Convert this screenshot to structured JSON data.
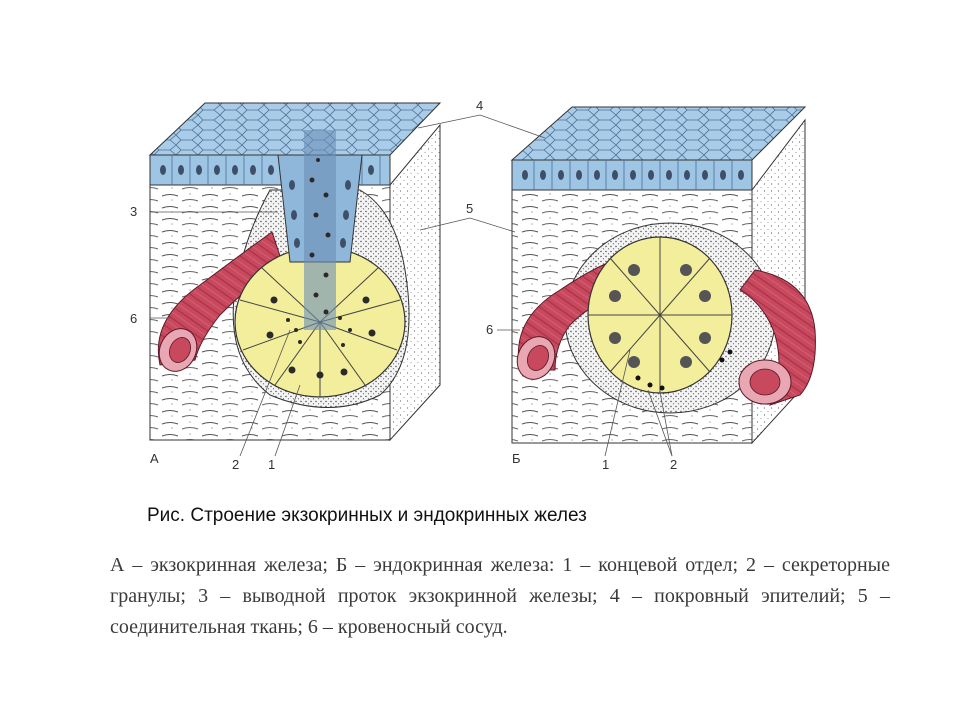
{
  "figure": {
    "panel_a": {
      "letter": "А",
      "labels": {
        "l1": "1",
        "l2": "2",
        "l3": "3",
        "l4": "4",
        "l5": "5",
        "l6": "6"
      }
    },
    "panel_b": {
      "letter": "Б",
      "labels": {
        "l1": "1",
        "l2": "2",
        "l6": "6"
      }
    },
    "colors": {
      "epithelium": "#9ec5e3",
      "epithelium_dark": "#5a7ea8",
      "acinus": "#f2ee9c",
      "vessel": "#c8485e",
      "vessel_inner": "#e8a7b2"
    }
  },
  "caption": "Рис. Строение экзокринных и эндокринных желез",
  "legend": "А – экзокринная железа; Б – эндокринная железа: 1 – концевой отдел; 2 – секреторные гранулы; 3 – выводной проток экзокринной железы; 4 – покровный эпителий; 5 – соединительная ткань; 6 – кровеносный сосуд."
}
